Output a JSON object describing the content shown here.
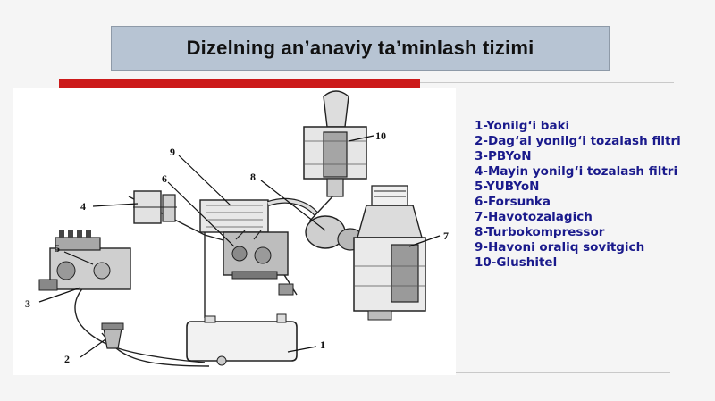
{
  "slide": {
    "title": "Dizelning an’anaviy ta’minlash tizimi"
  },
  "legend": {
    "items": [
      "1-Yonilg‘i baki",
      "2-Dag‘al yonilg‘i tozalash filtri",
      "3-PBYoN",
      "4-Mayin yonilg‘i tozalash filtri",
      "5-YUBYoN",
      "6-Forsunka",
      "7-Havotozalagich",
      "8-Turbokompressor",
      "9-Havoni oraliq sovitgich",
      "10-Glushitel"
    ]
  },
  "diagram": {
    "callouts": [
      "1",
      "2",
      "3",
      "4",
      "5",
      "6",
      "7",
      "8",
      "9",
      "10"
    ]
  }
}
